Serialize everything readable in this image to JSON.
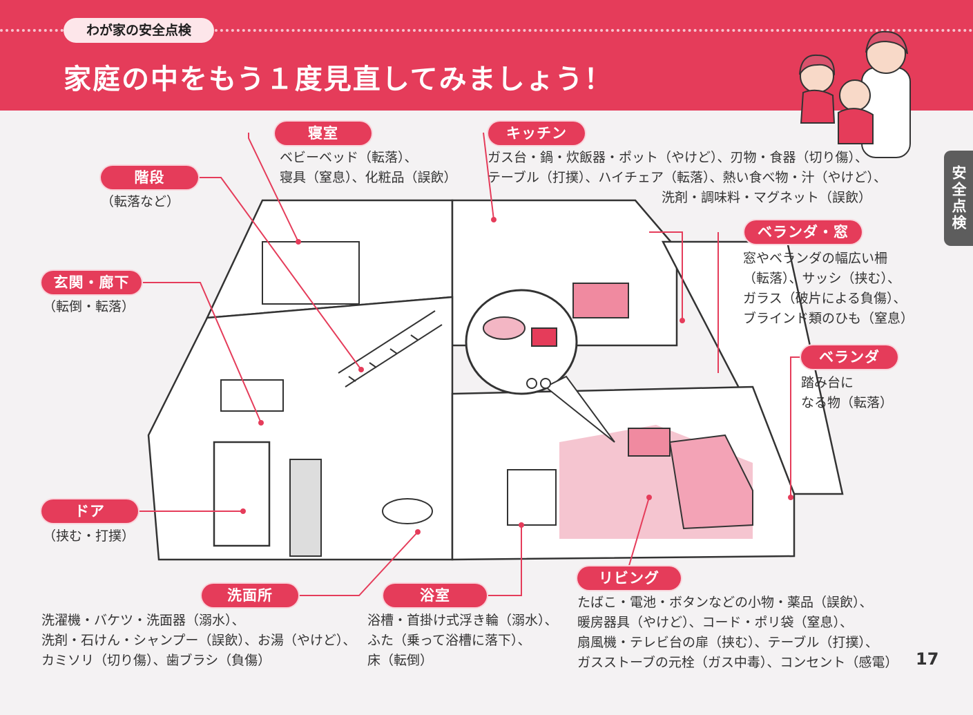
{
  "header": {
    "category": "わが家の安全点検",
    "title": "家庭の中をもう１度見直してみましょう！",
    "colors": {
      "accent": "#e53c5a",
      "pill_light": "#fde6ea",
      "tab": "#5d5d5d"
    }
  },
  "side_tab": {
    "label": "安全点検"
  },
  "illustrations": {
    "family": "mother-and-children-illustration",
    "house": "house-cutaway-floorplan-illustration",
    "inset": "small-objects-magnifier-inset"
  },
  "rooms": {
    "bedroom": {
      "label": "寝室",
      "lines": [
        "ベビーベッド（転落）、",
        "寝具（窒息）、化粧品（誤飲）"
      ]
    },
    "kitchen": {
      "label": "キッチン",
      "lines": [
        "ガス台・鍋・炊飯器・ポット（やけど）、刃物・食器（切り傷）、",
        "テーブル（打撲）、ハイチェア（転落）、熱い食べ物・汁（やけど）、",
        "洗剤・調味料・マグネット（誤飲）"
      ]
    },
    "stairs": {
      "label": "階段",
      "lines": [
        "（転落など）"
      ]
    },
    "entrance": {
      "label": "玄関・廊下",
      "lines": [
        "（転倒・転落）"
      ]
    },
    "veranda_window": {
      "label": "ベランダ・窓",
      "lines": [
        "窓やベランダの幅広い柵",
        "（転落）、サッシ（挟む）、",
        "ガラス（破片による負傷）、",
        "ブラインド類のひも（窒息）"
      ]
    },
    "veranda": {
      "label": "ベランダ",
      "lines": [
        "踏み台に",
        "なる物（転落）"
      ]
    },
    "door": {
      "label": "ドア",
      "lines": [
        "（挟む・打撲）"
      ]
    },
    "washroom": {
      "label": "洗面所",
      "lines": [
        "洗濯機・バケツ・洗面器（溺水）、",
        "洗剤・石けん・シャンプー（誤飲）、お湯（やけど）、",
        "カミソリ（切り傷）、歯ブラシ（負傷）"
      ]
    },
    "bathroom": {
      "label": "浴室",
      "lines": [
        "浴槽・首掛け式浮き輪（溺水）、",
        "ふた（乗って浴槽に落下）、",
        "床（転倒）"
      ]
    },
    "living": {
      "label": "リビング",
      "lines": [
        "たばこ・電池・ボタンなどの小物・薬品（誤飲）、",
        "暖房器具（やけど）、コード・ポリ袋（窒息）、",
        "扇風機・テレビ台の扉（挟む）、テーブル（打撲）、",
        "ガスストーブの元栓（ガス中毒）、コンセント（感電）"
      ]
    }
  },
  "page_number": "17"
}
